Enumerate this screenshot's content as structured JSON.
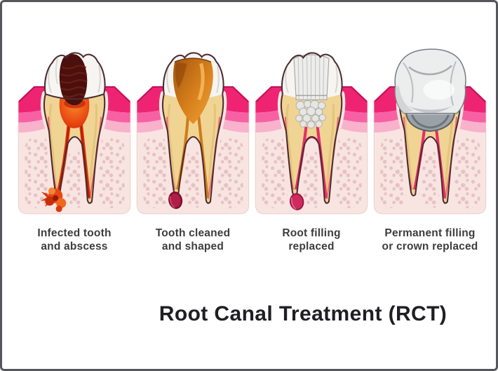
{
  "title": "Root Canal Treatment (RCT)",
  "stages": [
    {
      "label_lines": [
        "Infected tooth",
        "and abscess"
      ]
    },
    {
      "label_lines": [
        "Tooth cleaned",
        "and shaped"
      ]
    },
    {
      "label_lines": [
        "Root filling",
        "replaced"
      ]
    },
    {
      "label_lines": [
        "Permanent filling",
        "or crown replaced"
      ]
    }
  ],
  "palette": {
    "border": "#55565b",
    "background": "#ffffff",
    "gum-edge": "#c41059",
    "gum-dark": "#ee2473",
    "gum-mid": "#f761a4",
    "gum-light": "#f9b2cb",
    "bone": "#f8e5e1",
    "bone-speckle": "#d9a3ab",
    "enamel": "#f6f5f2",
    "dentin": "#f0d494",
    "tooth-outline": "#4d2b32",
    "decay": "#49100d",
    "infection-red": "#e0330c",
    "cleaned-amber": "#e3921f",
    "filling-gray": "#ededeb",
    "canal-pink": "#e62e68",
    "abscess-crimson": "#b01d45",
    "crown-silver": "#eceded",
    "crown-gray": "#9aa1a7",
    "label-text": "#3d3d3d",
    "title-text": "#1f1f23"
  }
}
